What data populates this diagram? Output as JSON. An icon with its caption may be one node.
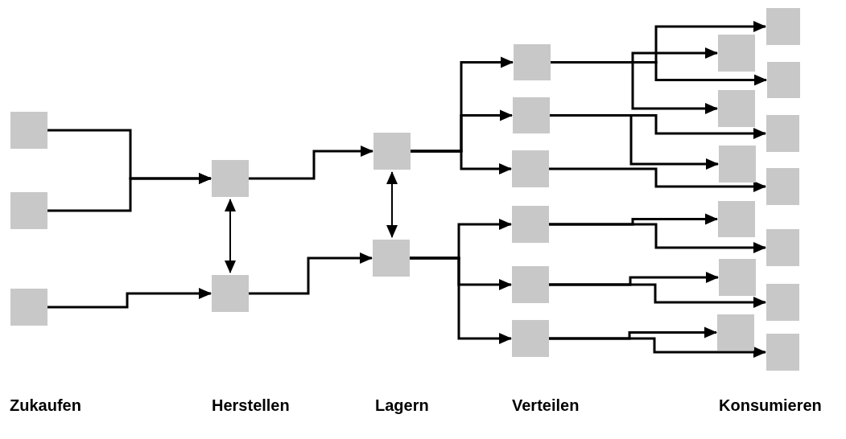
{
  "diagram": {
    "nodes": [
      {
        "text": [],
        "shape": "box"
      },
      {
        "text": [],
        "shape": "box"
      },
      {
        "text": [],
        "shape": "box"
      },
      {
        "text": [],
        "shape": "box"
      },
      {
        "text": [],
        "shape": "box"
      },
      {
        "text": [],
        "shape": "box"
      },
      {
        "text": [],
        "shape": "box"
      },
      {
        "text": [],
        "shape": "box"
      },
      {
        "text": [],
        "shape": "box"
      },
      {
        "text": [],
        "shape": "box"
      },
      {
        "text": [],
        "shape": "box"
      },
      {
        "text": [],
        "shape": "box"
      },
      {
        "text": [],
        "shape": "box"
      },
      {
        "text": [],
        "shape": "box"
      },
      {
        "text": [],
        "shape": "box"
      },
      {
        "text": [],
        "shape": "box"
      },
      {
        "text": [],
        "shape": "box"
      },
      {
        "text": [],
        "shape": "box"
      },
      {
        "text": [],
        "shape": "box"
      },
      {
        "text": [],
        "shape": "box"
      },
      {
        "text": [],
        "shape": "box"
      },
      {
        "text": [],
        "shape": "box"
      },
      {
        "text": [],
        "shape": "box"
      },
      {
        "text": [],
        "shape": "box"
      },
      {
        "text": [],
        "shape": "box"
      },
      {
        "text": [],
        "shape": "box"
      }
    ],
    "edges": [
      {
        "from": 0,
        "to": 3,
        "arrow": "to"
      },
      {
        "from": 1,
        "to": 3,
        "arrow": "to"
      },
      {
        "from": 2,
        "to": 4,
        "arrow": "to"
      },
      {
        "from": 3,
        "to": 5,
        "arrow": "to"
      },
      {
        "from": 4,
        "to": 6,
        "arrow": "to"
      },
      {
        "from": 3,
        "to": 4,
        "arrow": "both"
      },
      {
        "from": 5,
        "to": 6,
        "arrow": "both"
      },
      {
        "from": 5,
        "to": 7,
        "arrow": "to"
      },
      {
        "from": 5,
        "to": 8,
        "arrow": "to"
      },
      {
        "from": 5,
        "to": 9,
        "arrow": "to"
      },
      {
        "from": 6,
        "to": 10,
        "arrow": "to"
      },
      {
        "from": 6,
        "to": 11,
        "arrow": "to"
      },
      {
        "from": 6,
        "to": 12,
        "arrow": "to"
      },
      {
        "from": 7,
        "to": 13,
        "arrow": "to"
      },
      {
        "from": 7,
        "to": 14,
        "arrow": "to"
      },
      {
        "from": 7,
        "to": 15,
        "arrow": "to"
      },
      {
        "from": 7,
        "to": 16,
        "arrow": "to"
      },
      {
        "from": 8,
        "to": 17,
        "arrow": "to"
      },
      {
        "from": 8,
        "to": 18,
        "arrow": "to"
      },
      {
        "from": 9,
        "to": 19,
        "arrow": "to"
      },
      {
        "from": 10,
        "to": 20,
        "arrow": "to"
      },
      {
        "from": 10,
        "to": 21,
        "arrow": "to"
      },
      {
        "from": 11,
        "to": 22,
        "arrow": "to"
      },
      {
        "from": 11,
        "to": 23,
        "arrow": "to"
      },
      {
        "from": 12,
        "to": 24,
        "arrow": "to"
      },
      {
        "from": 12,
        "to": 25,
        "arrow": "to"
      }
    ],
    "labels": [
      "Zukaufen",
      "Herstellen",
      "Lagern",
      "Verteilen",
      "Konsumieren"
    ]
  }
}
